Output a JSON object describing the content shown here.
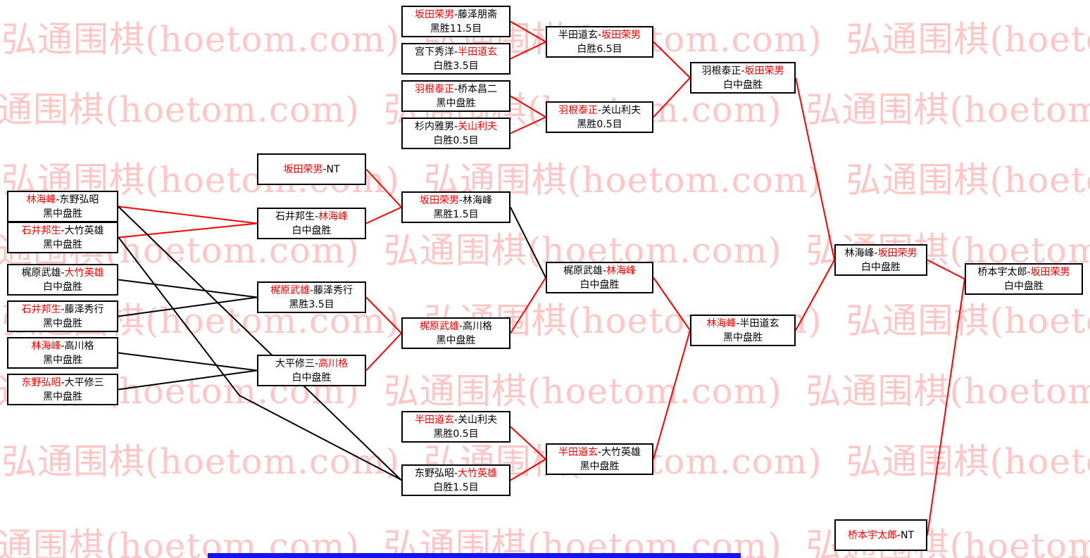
{
  "watermark": {
    "text": "弘通围棋(hoetom.com)",
    "color": "#FFC6C6"
  },
  "separator": "-",
  "colors": {
    "winner_text": "#FF0000",
    "normal_text": "#000000",
    "line_red": "#FF0000",
    "line_black": "#000000",
    "box_border": "#000000",
    "box_background": "#FFFFFF",
    "page_background": "#FFFFFF",
    "bottom_bar": "#1414EF"
  },
  "matches": [
    {
      "id": "L1",
      "black": "林海峰",
      "white": "东野弘昭",
      "winner": "black",
      "result": "黑中盘胜"
    },
    {
      "id": "L2",
      "black": "石井邦生",
      "white": "大竹英雄",
      "winner": "black",
      "result": "黑中盘胜"
    },
    {
      "id": "L3",
      "black": "梶原武雄",
      "white": "大竹英雄",
      "winner": "white",
      "result": "白中盘胜"
    },
    {
      "id": "L4",
      "black": "石井邦生",
      "white": "藤泽秀行",
      "winner": "black",
      "result": "黑中盘胜"
    },
    {
      "id": "L5",
      "black": "林海峰",
      "white": "高川格",
      "winner": "black",
      "result": "黑中盘胜"
    },
    {
      "id": "L6",
      "black": "东野弘昭",
      "white": "大平修三",
      "winner": "black",
      "result": "黑中盘胜"
    },
    {
      "id": "B1",
      "black": "坂田荣男",
      "white": "NT",
      "winner": "black",
      "result": ""
    },
    {
      "id": "B2",
      "black": "石井邦生",
      "white": "林海峰",
      "winner": "white",
      "result": "白中盘胜"
    },
    {
      "id": "B3",
      "black": "梶原武雄",
      "white": "藤泽秀行",
      "winner": "black",
      "result": "黑胜3.5目"
    },
    {
      "id": "B4",
      "black": "大平修三",
      "white": "高川格",
      "winner": "white",
      "result": "白中盘胜"
    },
    {
      "id": "C1",
      "black": "坂田荣男",
      "white": "藤泽朋斋",
      "winner": "black",
      "result": "黑胜11.5目"
    },
    {
      "id": "C2",
      "black": "宫下秀洋",
      "white": "半田道玄",
      "winner": "white",
      "result": "白胜3.5目"
    },
    {
      "id": "C3",
      "black": "羽根泰正",
      "white": "桥本昌二",
      "winner": "black",
      "result": "黑中盘胜"
    },
    {
      "id": "C4",
      "black": "杉内雅男",
      "white": "关山利夫",
      "winner": "white",
      "result": "白胜0.5目"
    },
    {
      "id": "C5",
      "black": "坂田荣男",
      "white": "林海峰",
      "winner": "black",
      "result": "黑胜1.5目"
    },
    {
      "id": "C6",
      "black": "梶原武雄",
      "white": "高川格",
      "winner": "black",
      "result": "黑中盘胜"
    },
    {
      "id": "C7",
      "black": "半田道玄",
      "white": "关山利夫",
      "winner": "black",
      "result": "黑胜0.5目"
    },
    {
      "id": "C8",
      "black": "东野弘昭",
      "white": "大竹英雄",
      "winner": "white",
      "result": "白胜1.5目"
    },
    {
      "id": "D1",
      "black": "半田道玄",
      "white": "坂田荣男",
      "winner": "white",
      "result": "白胜6.5目"
    },
    {
      "id": "D2",
      "black": "羽根泰正",
      "white": "关山利夫",
      "winner": "black",
      "result": "黑胜0.5目"
    },
    {
      "id": "D3",
      "black": "梶原武雄",
      "white": "林海峰",
      "winner": "white",
      "result": "白中盘胜"
    },
    {
      "id": "D4",
      "black": "半田道玄",
      "white": "大竹英雄",
      "winner": "black",
      "result": "黑中盘胜"
    },
    {
      "id": "E1",
      "black": "羽根泰正",
      "white": "坂田荣男",
      "winner": "white",
      "result": "白中盘胜"
    },
    {
      "id": "E2",
      "black": "林海峰",
      "white": "半田道玄",
      "winner": "black",
      "result": "黑中盘胜"
    },
    {
      "id": "F1",
      "black": "林海峰",
      "white": "坂田荣男",
      "winner": "white",
      "result": "白中盘胜"
    },
    {
      "id": "F2",
      "black": "桥本宇太郎",
      "white": "NT",
      "winner": "black",
      "result": ""
    },
    {
      "id": "G1",
      "black": "桥本宇太郎",
      "white": "坂田荣男",
      "winner": "white",
      "result": "白中盘胜"
    }
  ],
  "connections": [
    {
      "from": "L1",
      "to": "B2",
      "color": "red"
    },
    {
      "from": "L2",
      "to": "B2",
      "color": "red"
    },
    {
      "from": "L3",
      "to": "B3",
      "color": "black"
    },
    {
      "from": "L4",
      "to": "B3",
      "color": "black"
    },
    {
      "from": "L5",
      "to": "B4",
      "color": "black"
    },
    {
      "from": "L6",
      "to": "B4",
      "color": "black"
    },
    {
      "from": "L1",
      "to": "C8",
      "color": "black"
    },
    {
      "from": "L2",
      "to": "C8",
      "color": "black"
    },
    {
      "from": "B1",
      "to": "C5",
      "color": "red"
    },
    {
      "from": "B2",
      "to": "C5",
      "color": "red"
    },
    {
      "from": "B3",
      "to": "C6",
      "color": "red"
    },
    {
      "from": "B4",
      "to": "C6",
      "color": "red"
    },
    {
      "from": "C1",
      "to": "D1",
      "color": "red"
    },
    {
      "from": "C2",
      "to": "D1",
      "color": "red"
    },
    {
      "from": "C3",
      "to": "D2",
      "color": "red"
    },
    {
      "from": "C4",
      "to": "D2",
      "color": "red"
    },
    {
      "from": "C5",
      "to": "D3",
      "color": "black"
    },
    {
      "from": "C6",
      "to": "D3",
      "color": "red"
    },
    {
      "from": "C7",
      "to": "D4",
      "color": "red"
    },
    {
      "from": "C8",
      "to": "D4",
      "color": "red"
    },
    {
      "from": "D1",
      "to": "E1",
      "color": "red"
    },
    {
      "from": "D2",
      "to": "E1",
      "color": "red"
    },
    {
      "from": "D3",
      "to": "E2",
      "color": "red"
    },
    {
      "from": "D4",
      "to": "E2",
      "color": "red"
    },
    {
      "from": "E1",
      "to": "F1",
      "color": "red"
    },
    {
      "from": "E2",
      "to": "F1",
      "color": "red"
    },
    {
      "from": "F1",
      "to": "G1",
      "color": "red"
    },
    {
      "from": "F2",
      "to": "G1",
      "color": "red"
    }
  ]
}
